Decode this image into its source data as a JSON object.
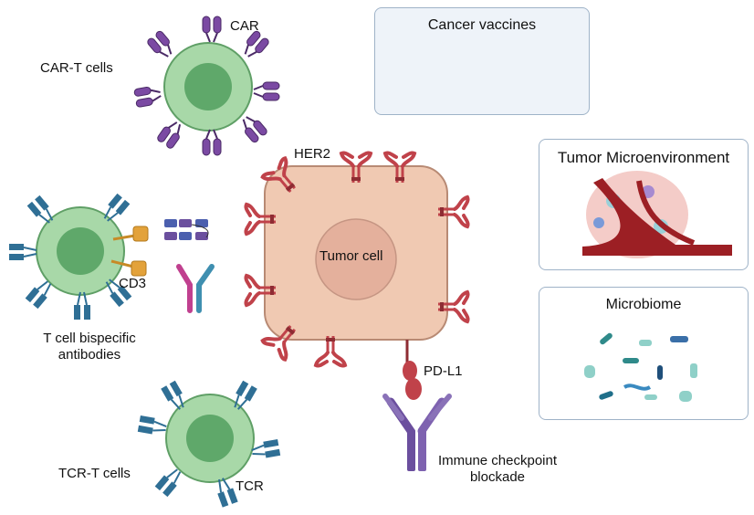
{
  "labels": {
    "car_t_cells": "CAR-T cells",
    "car": "CAR",
    "her2": "HER2",
    "tumor_cell": "Tumor cell",
    "cd3": "CD3",
    "t_cell_bispecific_line1": "T cell bispecific",
    "t_cell_bispecific_line2": "antibodies",
    "pd_l1": "PD-L1",
    "immune_checkpoint_line1": "Immune checkpoint",
    "immune_checkpoint_line2": "blockade",
    "tcr_t_cells": "TCR-T cells",
    "tcr": "TCR"
  },
  "panels": {
    "cancer_vaccines": "Cancer vaccines",
    "tumor_microenvironment": "Tumor Microenvironment",
    "microbiome": "Microbiome"
  },
  "colors": {
    "tcell_body": "#a8d8a8",
    "tcell_nucleus": "#5fa86a",
    "tumor_body": "#f0c9b2",
    "tumor_border": "#b88a74",
    "her2": "#c0424a",
    "car": "#6d3f91",
    "tcr_blue": "#2f6f95",
    "cd3_orange": "#e3a23a",
    "checkpoint": "#6b4f9e",
    "panel_bg": "#eef3f9"
  }
}
